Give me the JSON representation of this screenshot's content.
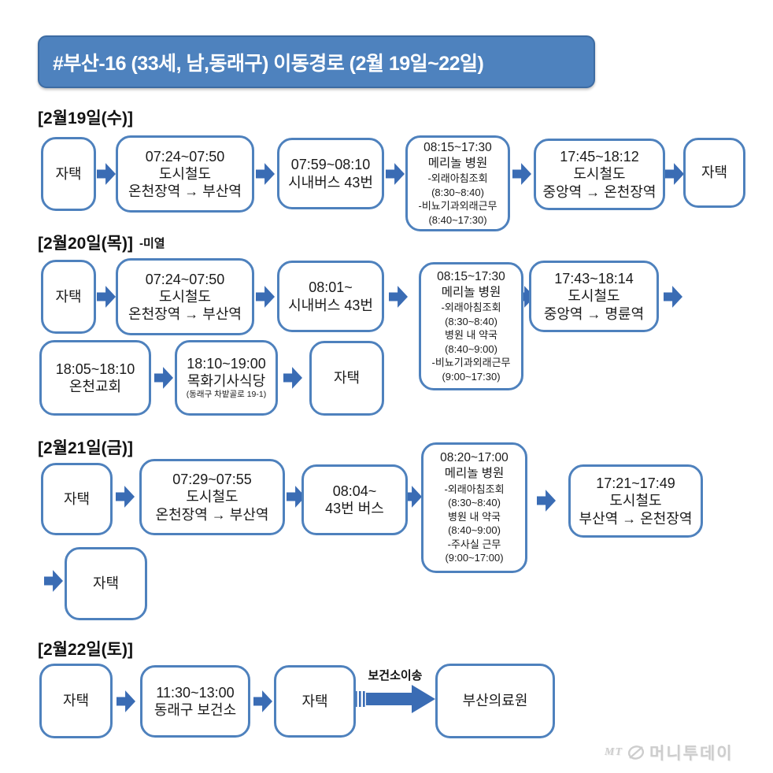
{
  "title": "#부산-16 (33세, 남,동래구) 이동경로 (2월 19일~22일)",
  "d19": {
    "heading": "[2월19일(수)]",
    "b1": "자택",
    "b2": [
      "07:24~07:50",
      "도시철도",
      "온천장역 → 부산역"
    ],
    "b3": [
      "07:59~08:10",
      "시내버스 43번"
    ],
    "b4": [
      "08:15~17:30",
      "메리놀 병원",
      "-외래아침조회",
      "(8:30~8:40)",
      "-비뇨기과외래근무",
      "(8:40~17:30)"
    ],
    "b5": [
      "17:45~18:12",
      "도시철도",
      "중앙역 → 온천장역"
    ],
    "b6": "자택"
  },
  "d20": {
    "heading": "[2월20일(목)]",
    "note": "-미열",
    "b1": "자택",
    "b2": [
      "07:24~07:50",
      "도시철도",
      "온천장역 → 부산역"
    ],
    "b3": [
      "08:01~",
      "시내버스 43번"
    ],
    "b4": [
      "08:15~17:30",
      "메리놀 병원",
      "-외래아침조회",
      "(8:30~8:40)",
      "병원 내 약국",
      "(8:40~9:00)",
      "-비뇨기과외래근무",
      "(9:00~17:30)"
    ],
    "b5": [
      "17:43~18:14",
      "도시철도",
      "중앙역 → 명륜역"
    ],
    "b6": [
      "18:05~18:10",
      "온천교회"
    ],
    "b7": [
      "18:10~19:00",
      "목화기사식당",
      "(동래구 차밭골로 19-1)"
    ],
    "b8": "자택"
  },
  "d21": {
    "heading": "[2월21일(금)]",
    "b1": "자택",
    "b2": [
      "07:29~07:55",
      "도시철도",
      "온천장역 → 부산역"
    ],
    "b3": [
      "08:04~",
      "43번 버스"
    ],
    "b4": [
      "08:20~17:00",
      "메리놀 병원",
      "-외래아침조회",
      "(8:30~8:40)",
      "병원 내 약국",
      "(8:40~9:00)",
      "-주사실 근무",
      "(9:00~17:00)"
    ],
    "b5": [
      "17:21~17:49",
      "도시철도",
      "부산역 → 온천장역"
    ],
    "b6": "자택"
  },
  "d22": {
    "heading": "[2월22일(토)]",
    "b1": "자택",
    "b2": [
      "11:30~13:00",
      "동래구 보건소"
    ],
    "b3": "자택",
    "transfer_label": "보건소이송",
    "b4": "부산의료원"
  },
  "logo": {
    "mt": "MT",
    "name": "머니투데이"
  },
  "colors": {
    "title_fill": "#4E82BE",
    "title_border": "#3D6CA3",
    "box_border": "#4E81BD",
    "arrow_blue": "#3A6CB4",
    "text": "#1A1A1A",
    "logo_gray": "#CDCDCD"
  }
}
